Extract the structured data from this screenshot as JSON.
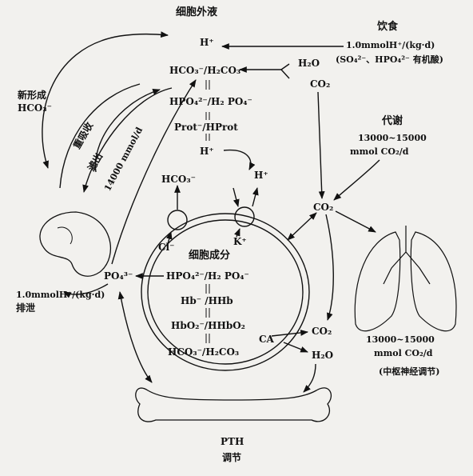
{
  "diagram": {
    "extracellular": {
      "title": "细胞外液",
      "h": "H⁺",
      "bicarb": "HCO₃⁻/H₂CO₃",
      "phosphate": "HPO₄²⁻/H₂ PO₄⁻",
      "protein": "Prot⁻/HProt",
      "h2": "H⁺"
    },
    "diet": {
      "title": "饮食",
      "rate": "1.0mmolH⁺/(kg·d)",
      "sources": "(SO₄²⁻、HPO₄²⁻ 有机酸)",
      "h2o": "H₂O",
      "co2": "CO₂"
    },
    "metabolism": {
      "title": "代谢",
      "range": "13000~15000",
      "unit": "mmol   CO₂/d",
      "co2": "CO₂"
    },
    "kidney": {
      "new_label1": "新形成",
      "new_label2": "HCO₃⁻",
      "reabsorb": "重吸收",
      "filter": "滤出",
      "flow": "14000 mmol/d",
      "excretion_rate": "1.0mmolH⁺/(kg·d)",
      "excretion": "排泄",
      "phosphate": "PO₄³⁻"
    },
    "cell": {
      "hco3_out": "HCO₃⁻",
      "h_out": "H⁺",
      "cl": "Cl⁻",
      "k": "K⁺",
      "title": "细胞成分",
      "phosphate": "HPO₄²⁻/H₂ PO₄⁻",
      "hb": "Hb⁻ /HHb",
      "hbo2": "HbO₂⁻/HHbO₂",
      "bicarb": "HCO₃⁻/H₂CO₃",
      "ca": "CA",
      "co2": "CO₂",
      "h2o": "H₂O"
    },
    "lung": {
      "range": "13000~15000",
      "unit": "mmol   CO₂/d",
      "control": "(中枢神经调节)"
    },
    "bone": {
      "pth": "PTH",
      "regulation": "调节"
    }
  }
}
